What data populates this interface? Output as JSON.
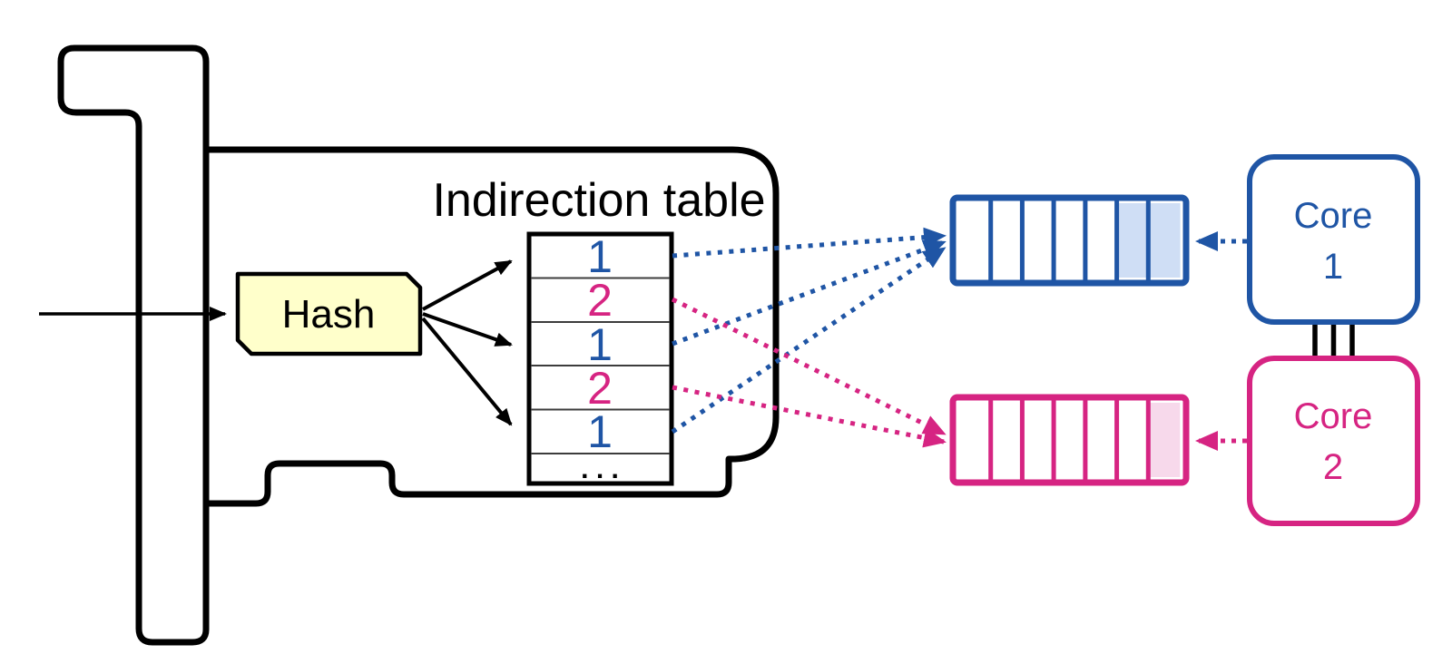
{
  "diagram": {
    "title_label": "Indirection table",
    "hash_label": "Hash",
    "indirection_table": {
      "ellipsis": ". . .",
      "rows": [
        {
          "value": "1",
          "color": "#1f55a5",
          "target": "queue-1"
        },
        {
          "value": "2",
          "color": "#d62482",
          "target": "queue-2"
        },
        {
          "value": "1",
          "color": "#1f55a5",
          "target": "queue-1"
        },
        {
          "value": "2",
          "color": "#d62482",
          "target": "queue-2"
        },
        {
          "value": "1",
          "color": "#1f55a5",
          "target": "queue-1"
        }
      ]
    },
    "queues": [
      {
        "name": "rx-queue-1",
        "border_color": "#1f55a5",
        "fill_color": "#cfdef5",
        "cells": 7,
        "filled_cells": 2
      },
      {
        "name": "rx-queue-2",
        "border_color": "#d62482",
        "fill_color": "#f7d9eb",
        "cells": 7,
        "filled_cells": 1
      }
    ],
    "cores": [
      {
        "line1": "Core",
        "line2": "1",
        "color": "#1f55a5"
      },
      {
        "line1": "Core",
        "line2": "2",
        "color": "#d62482"
      }
    ],
    "colors": {
      "blue": "#1f55a5",
      "pink": "#d62482",
      "light_blue": "#cfdef5",
      "light_pink": "#f7d9eb",
      "hash_fill": "#ffffcb",
      "outline": "#000000"
    }
  }
}
